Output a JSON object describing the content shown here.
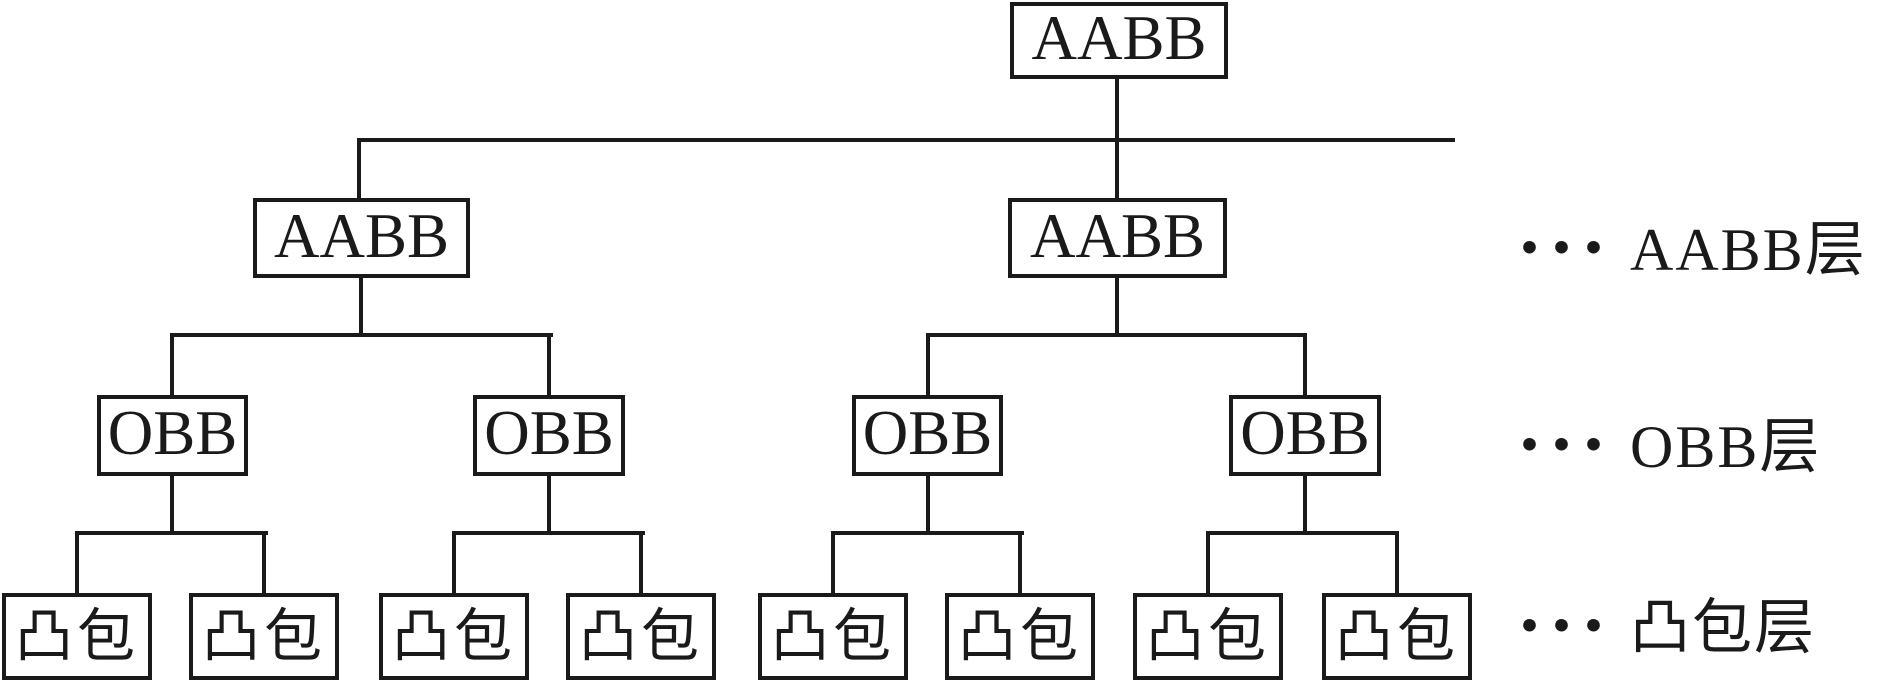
{
  "diagram": {
    "description": "Bounding volume hierarchy tree diagram",
    "colors": {
      "line": "#1a1a1a",
      "background": "#ffffff",
      "box_border": "#1a1a1a"
    },
    "root": {
      "label": "AABB"
    },
    "levels": {
      "aabb": {
        "nodes": [
          {
            "label": "AABB"
          },
          {
            "label": "AABB"
          }
        ],
        "side_label": {
          "dots": "•••",
          "text": "AABB层"
        }
      },
      "obb": {
        "nodes": [
          {
            "label": "OBB"
          },
          {
            "label": "OBB"
          },
          {
            "label": "OBB"
          },
          {
            "label": "OBB"
          }
        ],
        "side_label": {
          "dots": "•••",
          "text": "OBB层"
        }
      },
      "hull": {
        "nodes": [
          {
            "label": "凸包"
          },
          {
            "label": "凸包"
          },
          {
            "label": "凸包"
          },
          {
            "label": "凸包"
          },
          {
            "label": "凸包"
          },
          {
            "label": "凸包"
          },
          {
            "label": "凸包"
          },
          {
            "label": "凸包"
          }
        ],
        "side_label": {
          "dots": "•••",
          "text": "凸包层"
        }
      }
    }
  }
}
